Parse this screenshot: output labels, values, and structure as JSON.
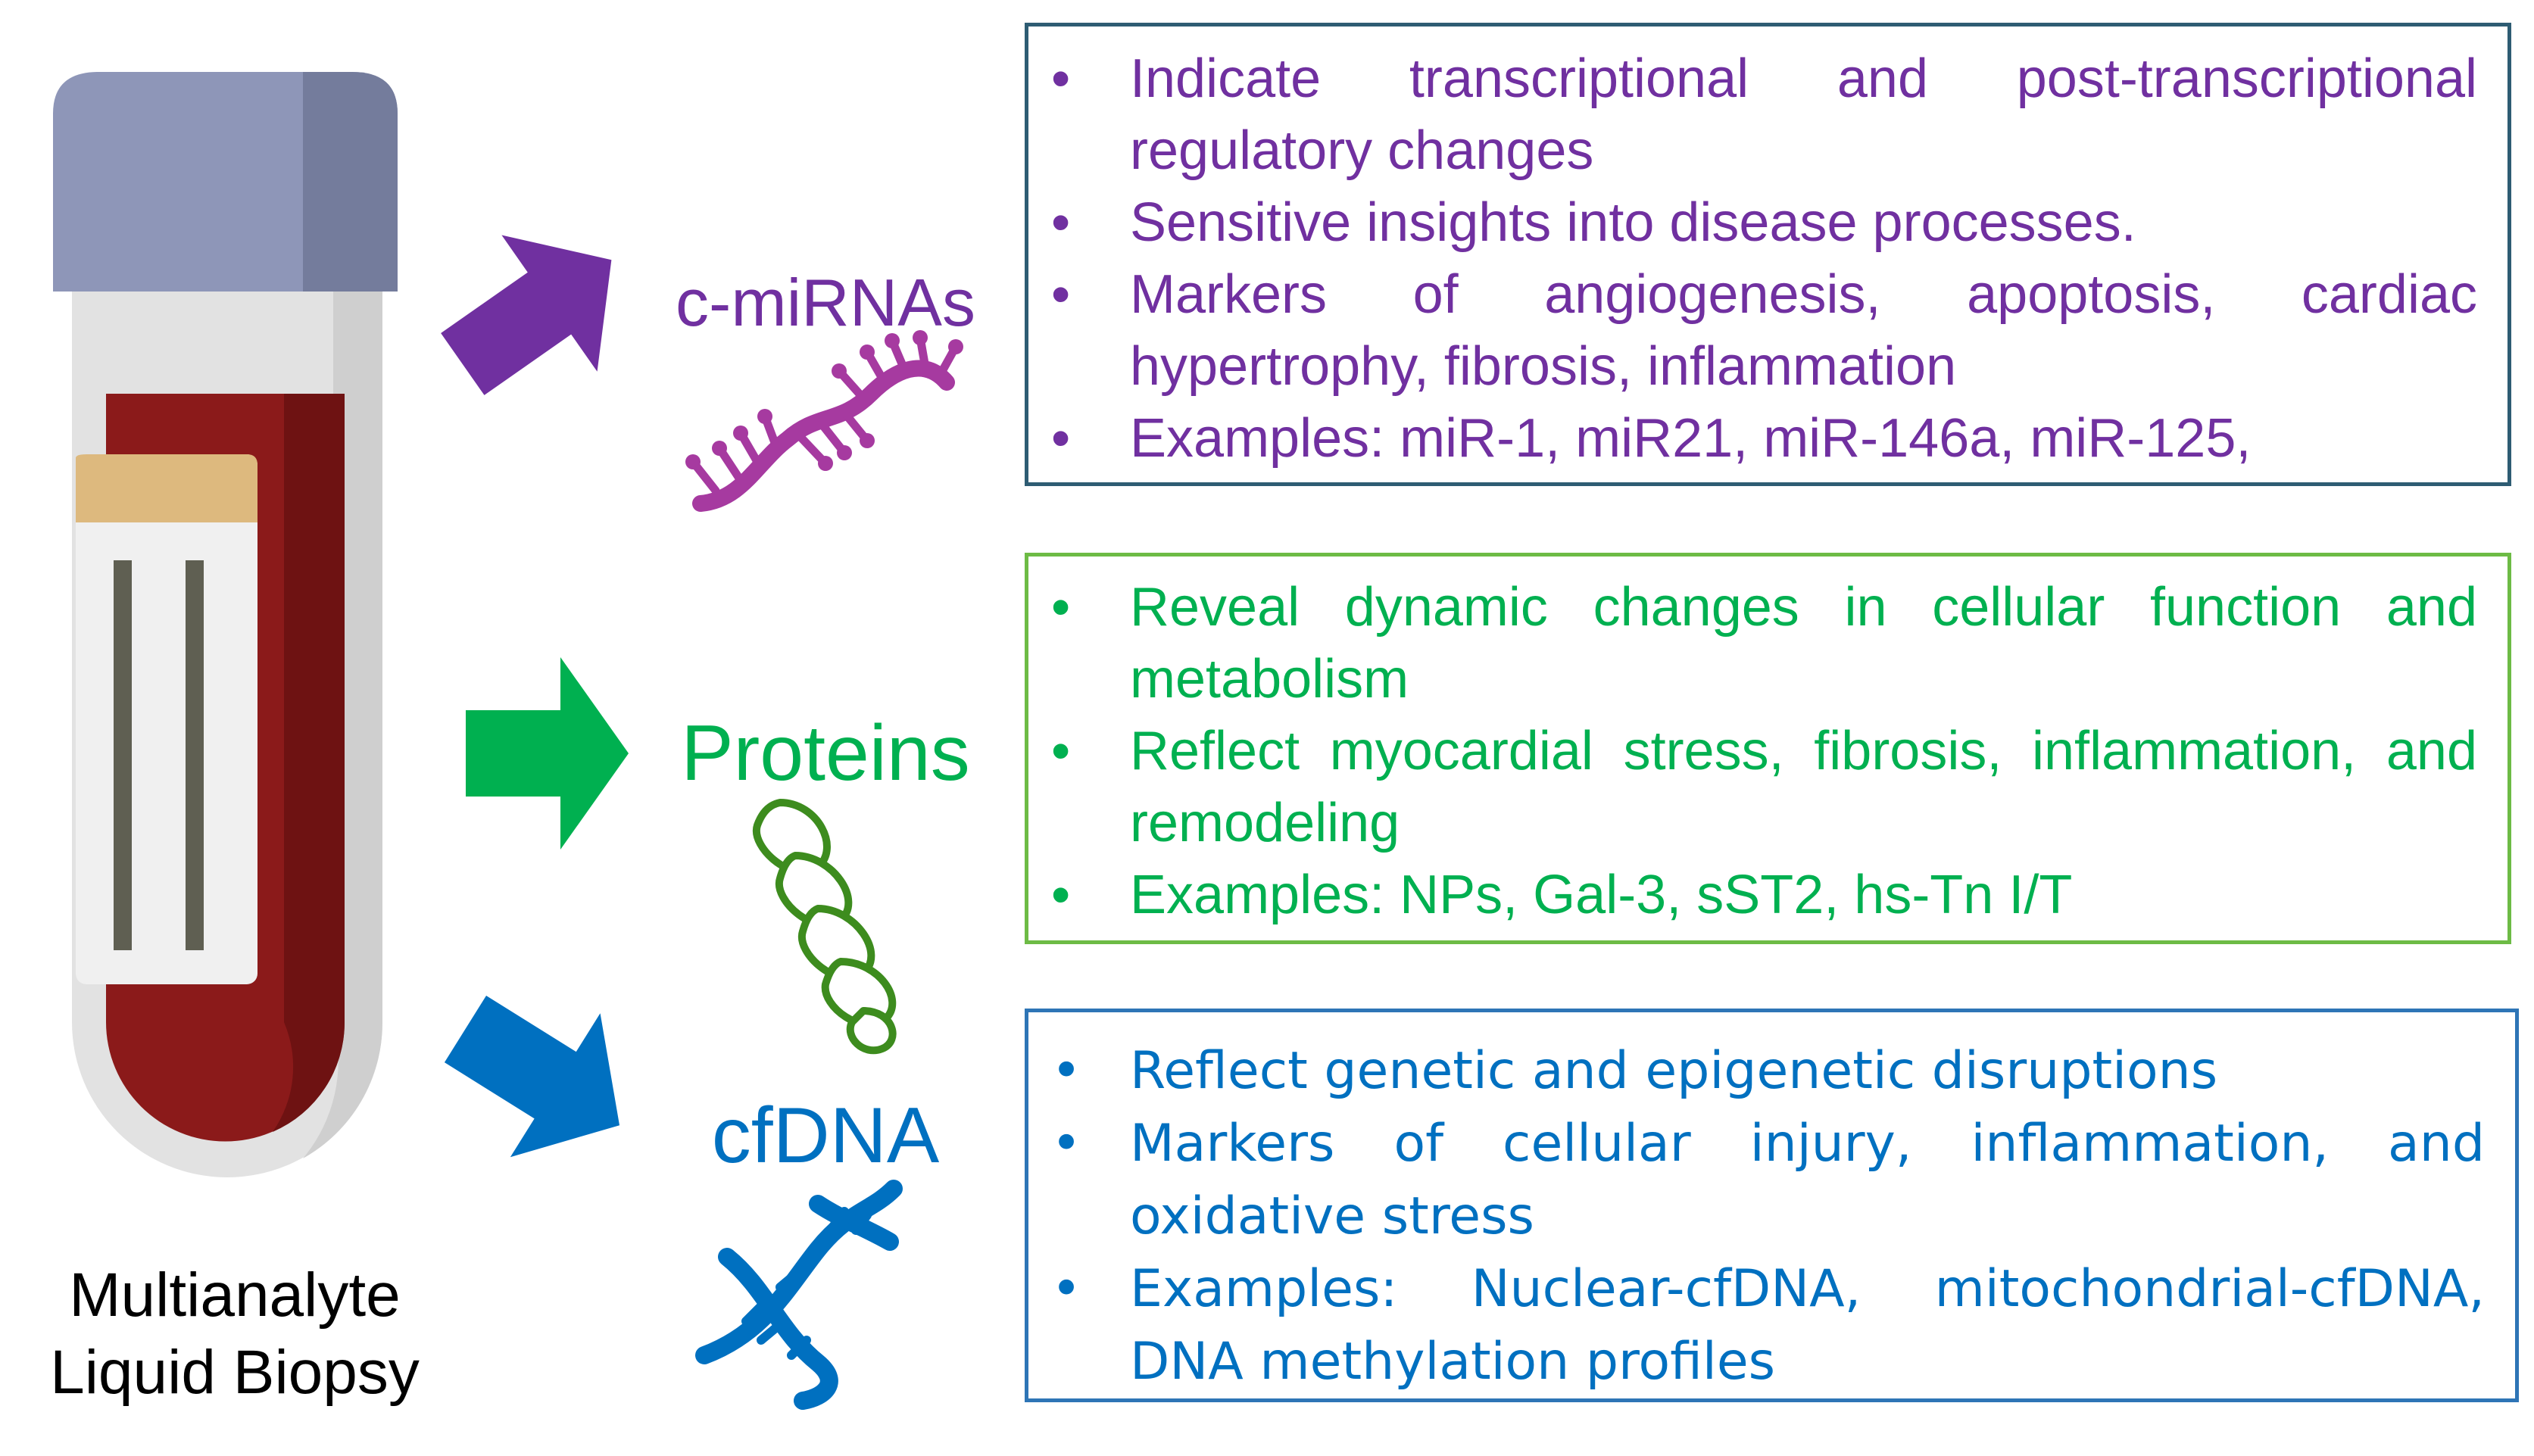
{
  "tube": {
    "caption_line1": "Multianalyte",
    "caption_line2": "Liquid Biopsy"
  },
  "analytes": [
    {
      "label": "c-miRNAs",
      "color": "#7030A0",
      "icon": "rna-strand-icon",
      "bullets": [
        "Indicate transcriptional and post-transcriptional regulatory changes",
        "Sensitive insights into disease processes.",
        "Markers of angiogenesis, apoptosis, cardiac hypertrophy, fibrosis, inflammation",
        "Examples: miR-1, miR21, miR-146a, miR-125,"
      ]
    },
    {
      "label": "Proteins",
      "color": "#00B050",
      "icon": "protein-helix-icon",
      "bullets": [
        "Reveal dynamic changes in cellular function and metabolism",
        "Reflect myocardial stress, fibrosis, inflammation, and remodeling",
        "Examples: NPs, Gal-3, sST2, hs-Tn I/T"
      ]
    },
    {
      "label": "cfDNA",
      "color": "#0070C0",
      "icon": "dna-double-helix-icon",
      "bullets": [
        "Reflect genetic and epigenetic disruptions",
        "Markers of cellular injury, inflammation, and oxidative stress",
        "Examples: Nuclear-cfDNA, mitochondrial-cfDNA, DNA methylation profiles"
      ]
    }
  ],
  "colors": {
    "box1_border": "#2E5C73",
    "box2_border": "#6DBB45",
    "box3_border": "#2E75B6",
    "tube_cap": "#8E96B8",
    "blood": "#8B1A1A",
    "label_tab": "#DDB97E"
  }
}
